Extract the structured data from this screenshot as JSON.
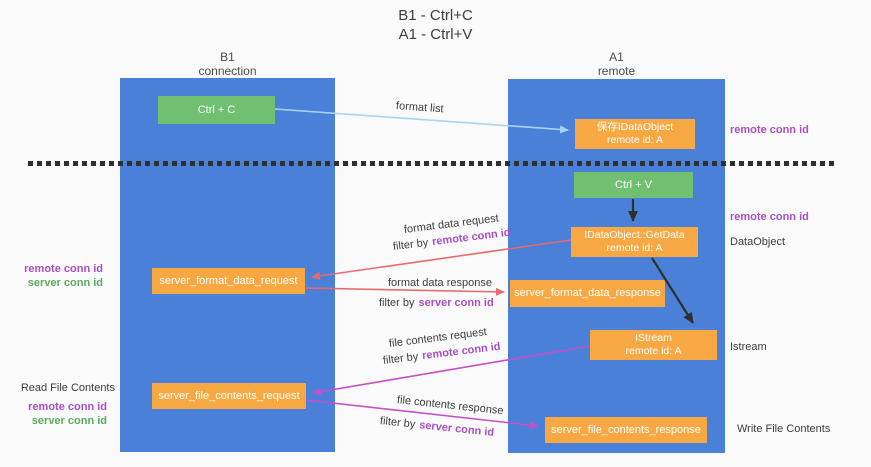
{
  "title": {
    "line1": "B1 - Ctrl+C",
    "line2": "A1 - Ctrl+V"
  },
  "columns": {
    "left": {
      "title": "B1",
      "subtitle": "connection"
    },
    "right": {
      "title": "A1",
      "subtitle": "remote"
    }
  },
  "boxes": {
    "ctrl_c": {
      "label": "Ctrl + C"
    },
    "save_idataobject": {
      "line1": "保存IDataObject",
      "line2": "remote id: A"
    },
    "ctrl_v": {
      "label": "Ctrl + V"
    },
    "getdata": {
      "line1": "IDataObject::GetData",
      "line2": "remote id: A"
    },
    "server_format_data_request": {
      "label": "server_format_data_request"
    },
    "server_format_data_response": {
      "label": "server_format_data_response"
    },
    "istream": {
      "line1": "IStream",
      "line2": "remote id: A"
    },
    "server_file_contents_request": {
      "label": "server_file_contents_request"
    },
    "server_file_contents_response": {
      "label": "server_file_contents_response"
    }
  },
  "arrow_labels": {
    "format_list": "format list",
    "format_data_request": "format data request",
    "format_data_response": "format data response",
    "file_contents_request": "file contents request",
    "file_contents_response": "file contents response",
    "filter_by": "filter by",
    "remote_conn_id": "remote conn id",
    "server_conn_id": "server conn id"
  },
  "side_labels": {
    "right_remote_conn_id_top": "remote conn id",
    "right_remote_conn_id_mid": "remote conn id",
    "data_object": "DataObject",
    "istream": "Istream",
    "write_file_contents": "Write File Contents",
    "left_remote_conn_id_1": "remote conn id",
    "left_server_conn_id_1": "server conn id",
    "read_file_contents": "Read File Contents",
    "left_remote_conn_id_2": "remote conn id",
    "left_server_conn_id_2": "server conn id"
  },
  "colors": {
    "background": "#fafafa",
    "column_blue": "#4a80d8",
    "box_green": "#71bf70",
    "box_orange": "#f8a842",
    "purple_label": "#a94fc5",
    "green_label": "#57ad5a",
    "red_arrow": "#e86a6c",
    "magenta_arrow": "#c44fc8",
    "blue_arrow": "#a9d3f2",
    "dark_text": "#3d3d3d",
    "black_arrow": "#2f2f2f"
  }
}
